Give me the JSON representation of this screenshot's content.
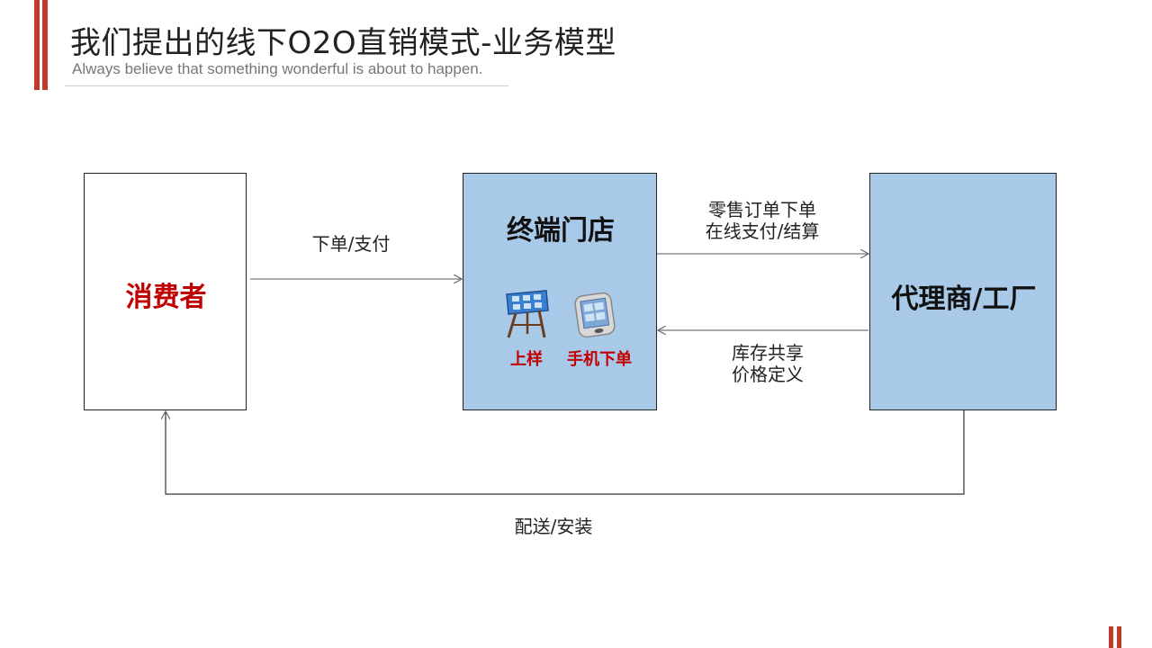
{
  "header": {
    "title": "我们提出的线下O2O直销模式-业务模型",
    "subtitle": "Always believe that something wonderful is about to happen."
  },
  "nodes": {
    "consumer": {
      "label": "消费者",
      "color": "#c00000"
    },
    "store": {
      "label": "终端门店"
    },
    "agent": {
      "label": "代理商/工厂"
    }
  },
  "store_icons": [
    {
      "icon": "display-stand-icon",
      "label": "上样"
    },
    {
      "icon": "tablet-icon",
      "label": "手机下单"
    }
  ],
  "edges": {
    "order_pay": "下单/支付",
    "retail_order_line1": "零售订单下单",
    "retail_order_line2": "在线支付/结算",
    "inventory_line1": "库存共享",
    "inventory_line2": "价格定义",
    "delivery": "配送/安装"
  },
  "colors": {
    "accent": "#c0392b",
    "node_blue": "#a9c9e9",
    "emphasis_red": "#c00000"
  }
}
